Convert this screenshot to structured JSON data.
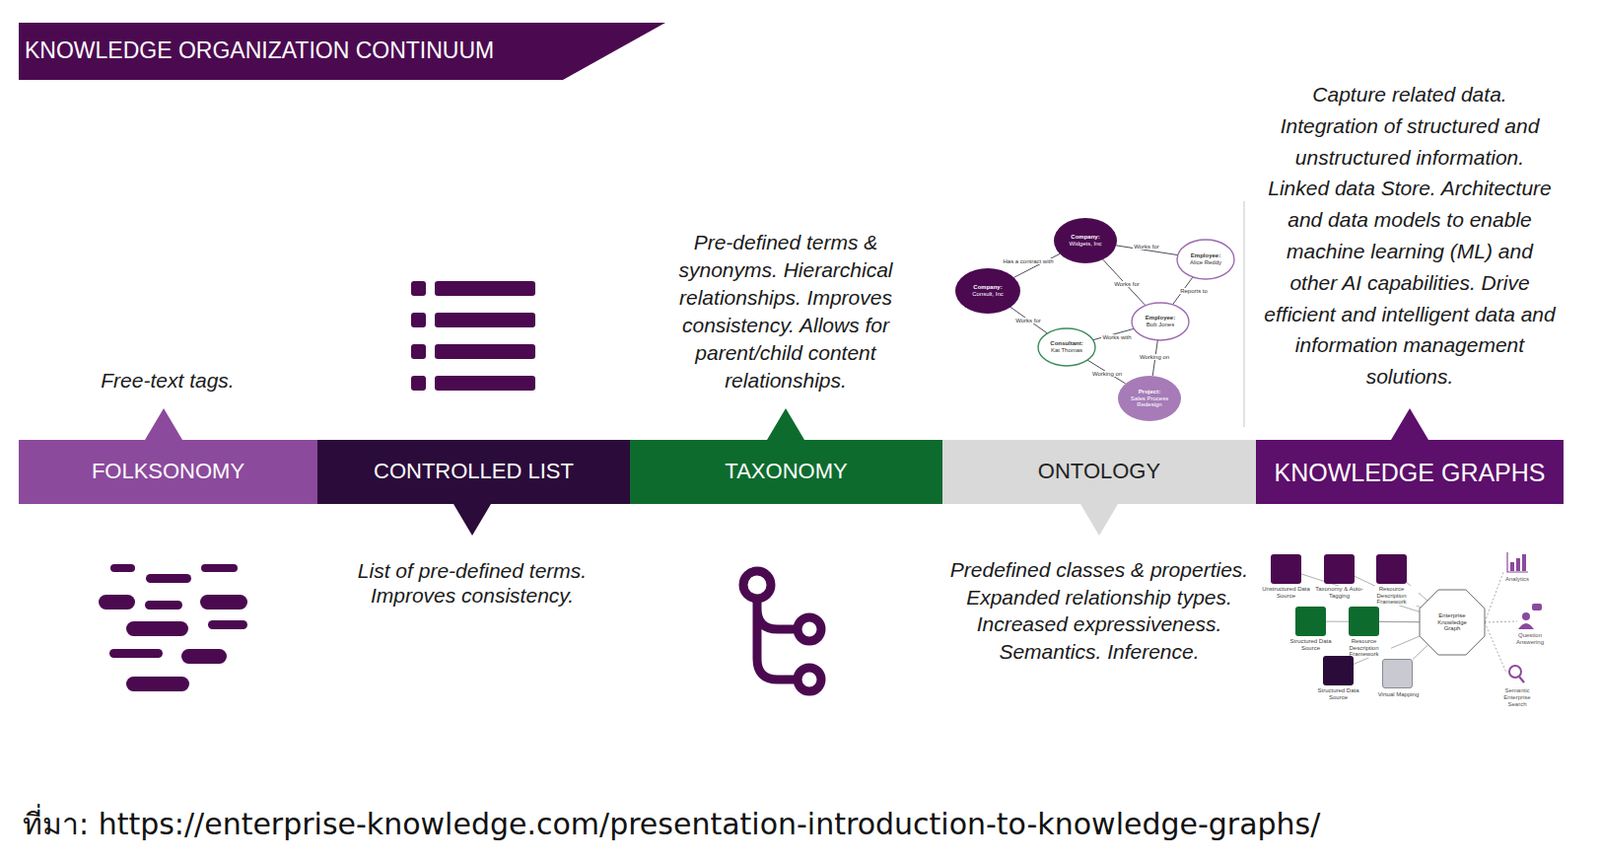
{
  "diagram": {
    "title": "KNOWLEDGE ORGANIZATION CONTINUUM",
    "caption": "ที่มา: https://enterprise-knowledge.com/presentation-introduction-to-knowledge-graphs/",
    "nodes": [
      {
        "text": [
          "FOLKSONOMY"
        ]
      },
      {
        "text": [
          "CONTROLLED LIST"
        ]
      },
      {
        "text": [
          "TAXONOMY"
        ]
      },
      {
        "text": [
          "ONTOLOGY"
        ]
      },
      {
        "text": [
          "KNOWLEDGE GRAPHS"
        ]
      },
      {
        "text": [
          "Company:",
          "Widgets, Inc"
        ]
      },
      {
        "text": [
          "Company:",
          "Consult, Inc"
        ]
      },
      {
        "text": [
          "Employee:",
          "Alice Reddy"
        ]
      },
      {
        "text": [
          "Employee:",
          "Bob Jones"
        ]
      },
      {
        "text": [
          "Consultant:",
          "Kat Thomas"
        ]
      },
      {
        "text": [
          "Project:",
          "Sales Process Redesign"
        ]
      },
      {
        "text": [
          "Unstructured Data Source"
        ]
      },
      {
        "text": [
          "Taxonomy & Auto-Tagging"
        ]
      },
      {
        "text": [
          "Resource Description Framework"
        ]
      },
      {
        "text": [
          "Structured Data Source"
        ]
      },
      {
        "text": [
          "Resource Description Framework"
        ]
      },
      {
        "text": [
          "Structured Data Source"
        ]
      },
      {
        "text": [
          "Virtual Mapping"
        ]
      },
      {
        "text": [
          "Enterprise Knowledge Graph"
        ]
      }
    ],
    "edges": [
      {
        "from": 6,
        "to": 5,
        "label": "Has a contract with",
        "arrow": "none"
      },
      {
        "from": 7,
        "to": 5,
        "label": "Works for",
        "arrow": "none"
      },
      {
        "from": 8,
        "to": 5,
        "label": "Works for",
        "arrow": "none"
      },
      {
        "from": 8,
        "to": 7,
        "label": "Reports to",
        "arrow": "none"
      },
      {
        "from": 9,
        "to": 6,
        "label": "Works for",
        "arrow": "none"
      },
      {
        "from": 9,
        "to": 8,
        "label": "Works with",
        "arrow": "none"
      },
      {
        "from": 8,
        "to": 10,
        "label": "Working on",
        "arrow": "none"
      },
      {
        "from": 9,
        "to": 10,
        "label": "Working on",
        "arrow": "none"
      },
      {
        "from": 11,
        "to": 18,
        "arrow": "none"
      },
      {
        "from": 12,
        "to": 18,
        "arrow": "none"
      },
      {
        "from": 13,
        "to": 18,
        "arrow": "none"
      },
      {
        "from": 14,
        "to": 18,
        "arrow": "none"
      },
      {
        "from": 15,
        "to": 18,
        "arrow": "none"
      },
      {
        "from": 16,
        "to": 18,
        "arrow": "none"
      },
      {
        "from": 17,
        "to": 18,
        "arrow": "none"
      }
    ],
    "labels": [
      "Free-text tags.",
      "List of pre-defined terms. Improves consistency.",
      "Pre-defined terms & synonyms. Hierarchical relationships. Improves consistency. Allows for parent/child content relationships.",
      "Predefined classes & properties. Expanded relationship types. Increased expressiveness. Semantics. Inference.",
      "Capture related data. Integration of structured and unstructured information. Linked data Store. Architecture and data models to enable machine learning (ML) and other AI capabilities. Drive efficient and intelligent data and information management solutions.",
      "Analytics",
      "Question Answering",
      "Semantic Enterprise Search"
    ]
  }
}
